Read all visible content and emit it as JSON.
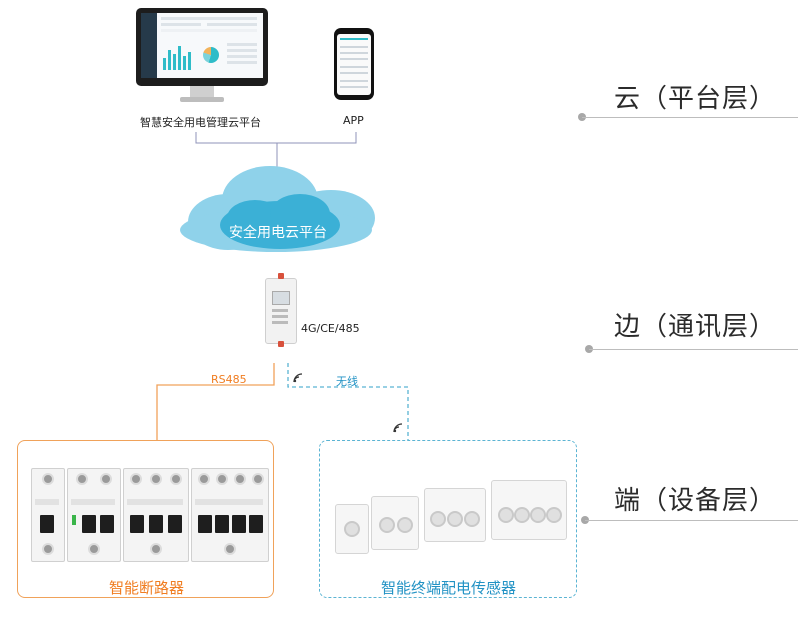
{
  "platform": {
    "web_caption": "智慧安全用电管理云平台",
    "app_caption": "APP",
    "cloud_label": "安全用电云平台"
  },
  "gateway": {
    "model_label": "4G/CE/485"
  },
  "links": {
    "rs485_label": "RS485",
    "wireless_label": "无线"
  },
  "devices": {
    "breakers_title": "智能断路器",
    "sensors_title": "智能终端配电传感器"
  },
  "layers": [
    {
      "label": "云（平台层）"
    },
    {
      "label": "边（通讯层）"
    },
    {
      "label": "端（设备层）"
    }
  ],
  "colors": {
    "accent_orange": "#f07d21",
    "accent_blue": "#2192c4",
    "cloud_blue": "#3bb0d6"
  }
}
